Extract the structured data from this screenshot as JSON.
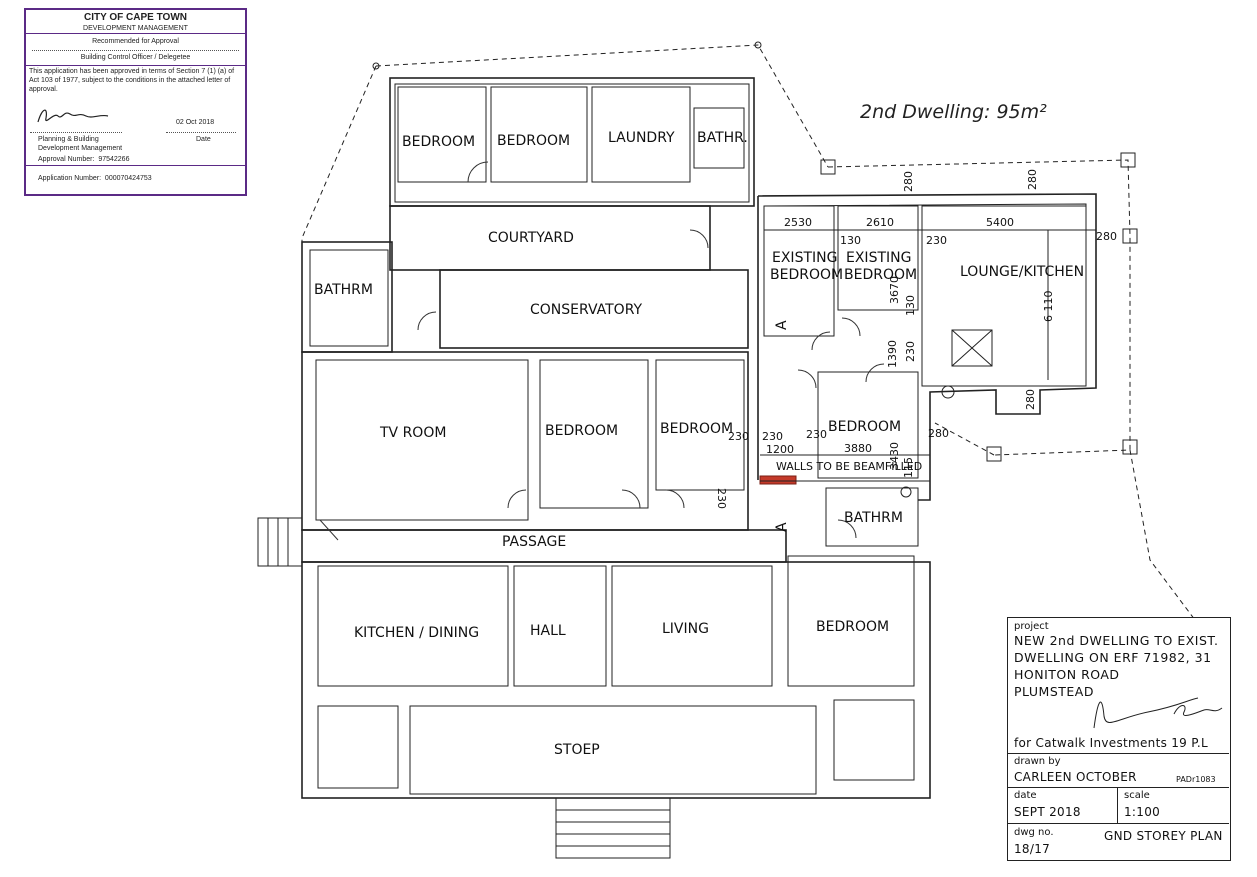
{
  "stamp": {
    "title": "CITY OF CAPE TOWN",
    "department": "DEVELOPMENT MANAGEMENT",
    "recommended": "Recommended for Approval",
    "building_officer": "Building Control Officer / Delegetee",
    "approval_text": "This application has been approved in terms of Section 7 (1) (a) of Act 103 of 1977, subject to the conditions in the attached letter of approval.",
    "date_value": "02 Oct 2018",
    "date_label": "Date",
    "signatory": "Planning & Building",
    "signatory_dept": "Development Management",
    "approval_number_label": "Approval Number:",
    "approval_number": "97542266",
    "application_number_label": "Application Number:",
    "application_number": "000070424753"
  },
  "heading": "2nd Dwelling: 95m²",
  "rooms": {
    "bedroom_1": "BEDROOM",
    "bedroom_2": "BEDROOM",
    "laundry": "LAUNDRY",
    "bathr": "BATHR.",
    "courtyard": "COURTYARD",
    "bathrm_left": "BATHRM",
    "conservatory": "CONSERVATORY",
    "tv_room": "TV ROOM",
    "bedroom_3": "BEDROOM",
    "bedroom_4": "BEDROOM",
    "passage": "PASSAGE",
    "kitchen_dining": "KITCHEN / DINING",
    "hall": "HALL",
    "living": "LIVING",
    "bedroom_5": "BEDROOM",
    "stoep": "STOEP",
    "existing_bedroom_1": "EXISTING\nBEDROOM",
    "existing_bedroom_1_a": "EXISTING",
    "existing_bedroom_1_b": "BEDROOM",
    "existing_bedroom_2_a": "EXISTING",
    "existing_bedroom_2_b": "BEDROOM",
    "lounge_kitchen": "LOUNGE/KITCHEN",
    "bedroom_new": "BEDROOM",
    "bathrm_new": "BATHRM"
  },
  "dimensions": {
    "d2530": "2530",
    "d2610": "2610",
    "d5400": "5400",
    "d280a": "280",
    "d280b": "280",
    "d280c": "280",
    "d280d": "280",
    "d280e": "280",
    "d130a": "130",
    "d130b": "130",
    "d230a": "230",
    "d230b": "230",
    "d230c": "230",
    "d230d": "230",
    "d230e": "230",
    "d230f": "230",
    "d3670": "3670",
    "d6110": "6 110",
    "d1390": "1390",
    "d1200": "1200",
    "d3880": "3880",
    "d3430": "3430",
    "d115": "115",
    "walls_note": "WALLS TO BE BEAMFILLED",
    "section_a_top": "A",
    "section_a_bottom": "A"
  },
  "titleblock": {
    "project_label": "project",
    "project_line1": "NEW 2nd DWELLING TO EXIST.",
    "project_line2": "DWELLING ON ERF 71982, 31",
    "project_line3": "HONITON ROAD",
    "project_line4": "PLUMSTEAD",
    "client": "for Catwalk Investments 19 P.L",
    "drawn_by_label": "drawn by",
    "drawn_by": "CARLEEN OCTOBER",
    "reg_no": "PADr1083",
    "date_label": "date",
    "date": "SEPT 2018",
    "scale_label": "scale",
    "scale": "1:100",
    "dwg_label": "dwg no.",
    "dwg_no": "18/17",
    "sheet_title": "GND STOREY PLAN"
  }
}
